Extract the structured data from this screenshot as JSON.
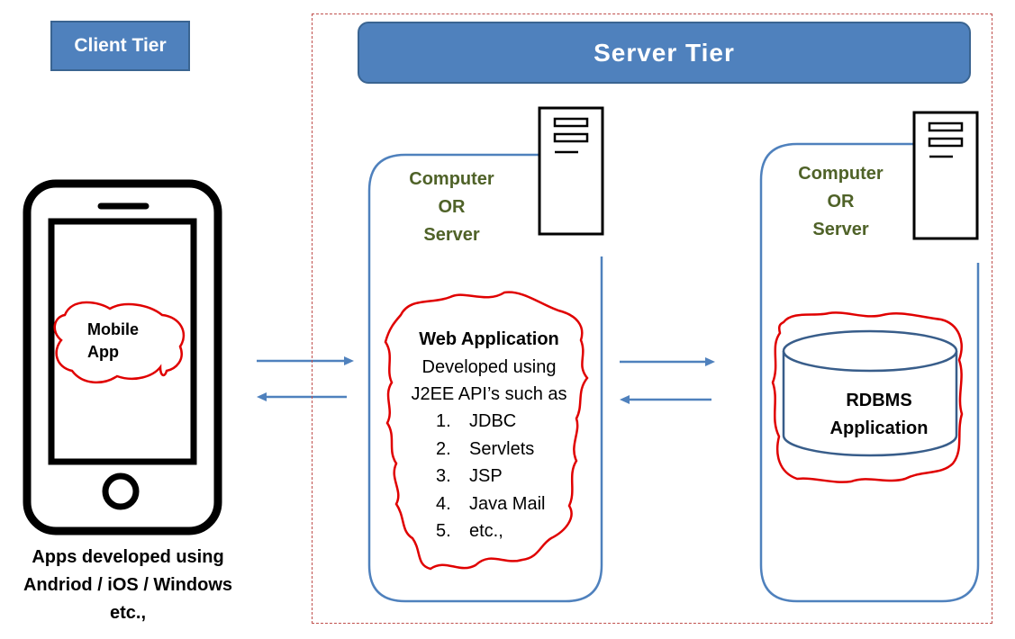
{
  "client_tier": {
    "label": "Client Tier"
  },
  "server_tier": {
    "label": "Server Tier"
  },
  "mobile": {
    "app_line1": "Mobile",
    "app_line2": "App",
    "caption_line1": "Apps developed using",
    "caption_line2": "Andriod / iOS / Windows",
    "caption_line3": "etc.,"
  },
  "computer_web": {
    "line1": "Computer",
    "line2": "OR",
    "line3": "Server"
  },
  "computer_db": {
    "line1": "Computer",
    "line2": "OR",
    "line3": "Server"
  },
  "web_app": {
    "title": "Web Application",
    "line2": "Developed using",
    "line3": "J2EE API’s such as",
    "items": [
      {
        "num": "1.",
        "text": "JDBC"
      },
      {
        "num": "2.",
        "text": "Servlets"
      },
      {
        "num": "3.",
        "text": "JSP"
      },
      {
        "num": "4.",
        "text": "Java Mail"
      },
      {
        "num": "5.",
        "text": "etc.,"
      }
    ]
  },
  "rdbms": {
    "line1": "RDBMS",
    "line2": "Application"
  },
  "colors": {
    "accent": "#4f81bd",
    "tier_label": "#4f6228",
    "highlight": "#e00000",
    "arrow": "#4f81bd"
  }
}
